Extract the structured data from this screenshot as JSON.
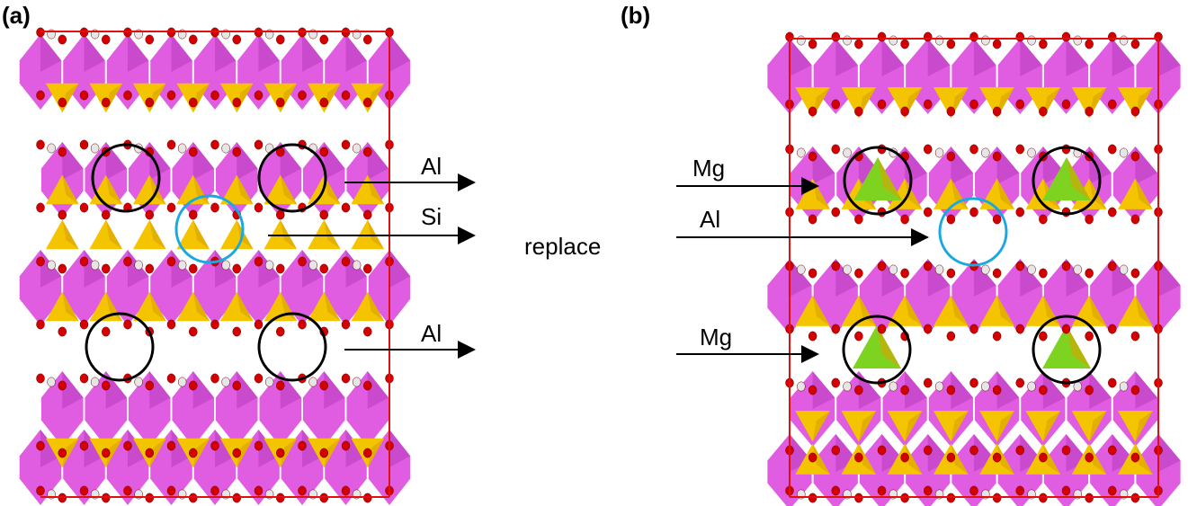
{
  "panel_a": {
    "label": "(a)",
    "annotations": [
      "Al",
      "Si",
      "Al"
    ]
  },
  "panel_b": {
    "label": "(b)",
    "annotations": [
      "Mg",
      "Al",
      "Mg"
    ]
  },
  "center": {
    "label": "replace"
  },
  "colors": {
    "octahedron": "#e05ce0",
    "octahedron_dark": "#b83cc0",
    "tetrahedron": "#f5c400",
    "tetrahedron_dark": "#d9a400",
    "substituted_mg": "#7ed321",
    "oxygen": "#d40000",
    "hydrogen": "#e6e6e6",
    "cell_edge": "#e01010",
    "marker_black": "#000000",
    "marker_blue": "#1aa8e0"
  }
}
